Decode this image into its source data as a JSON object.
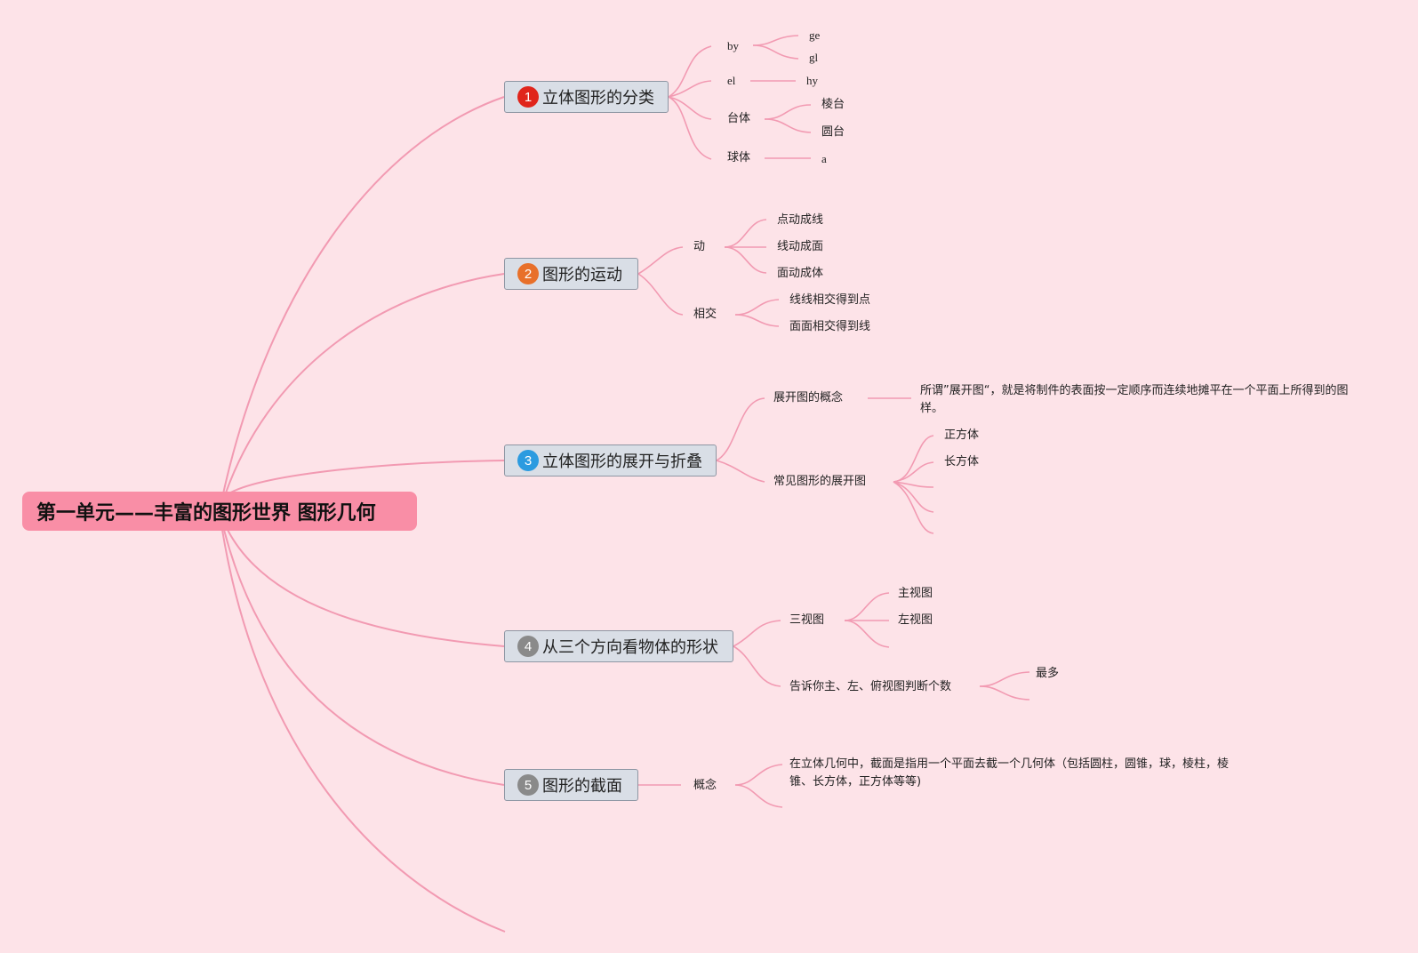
{
  "root": {
    "title": "第一单元——丰富的图形世界 图形几何"
  },
  "colors": {
    "background": "#FDE3E8",
    "root": "#F98EA6",
    "edge": "#F29AB2",
    "branch_fill": "#D9DEE6"
  },
  "branches": [
    {
      "number": "1",
      "badge_color": "#E0251B",
      "label": "立体图形的分类",
      "children": [
        {
          "label": "by",
          "children": [
            "ge",
            "gl"
          ]
        },
        {
          "label": "el",
          "children": [
            "hy"
          ]
        },
        {
          "label": "台体",
          "children": [
            "棱台",
            "圆台"
          ]
        },
        {
          "label": "球体",
          "children": [
            "a"
          ]
        }
      ]
    },
    {
      "number": "2",
      "badge_color": "#E8702A",
      "label": "图形的运动",
      "children": [
        {
          "label": "动",
          "children": [
            "点动成线",
            "线动成面",
            "面动成体"
          ]
        },
        {
          "label": "相交",
          "children": [
            "线线相交得到点",
            "面面相交得到线"
          ]
        }
      ]
    },
    {
      "number": "3",
      "badge_color": "#2B9BE0",
      "label": "立体图形的展开与折叠",
      "children": [
        {
          "label": "展开图的概念",
          "children": [
            "所谓”展开图“，就是将制件的表面按一定顺序而连续地摊平在一个平面上所得到的图样。"
          ]
        },
        {
          "label": "常见图形的展开图",
          "children": [
            "正方体",
            "长方体",
            "",
            "",
            ""
          ]
        }
      ]
    },
    {
      "number": "4",
      "badge_color": "#8A8A8A",
      "label": "从三个方向看物体的形状",
      "children": [
        {
          "label": "三视图",
          "children": [
            "主视图",
            "左视图",
            ""
          ]
        },
        {
          "label": "告诉你主、左、俯视图判断个数",
          "children": [
            "最多",
            ""
          ]
        }
      ]
    },
    {
      "number": "5",
      "badge_color": "#8A8A8A",
      "label": "图形的截面",
      "children": [
        {
          "label": "概念",
          "children": [
            "在立体几何中，截面是指用一个平面去截一个几何体（包括圆柱，圆锥，球，棱柱，棱锥、长方体，正方体等等)",
            ""
          ]
        }
      ]
    }
  ]
}
